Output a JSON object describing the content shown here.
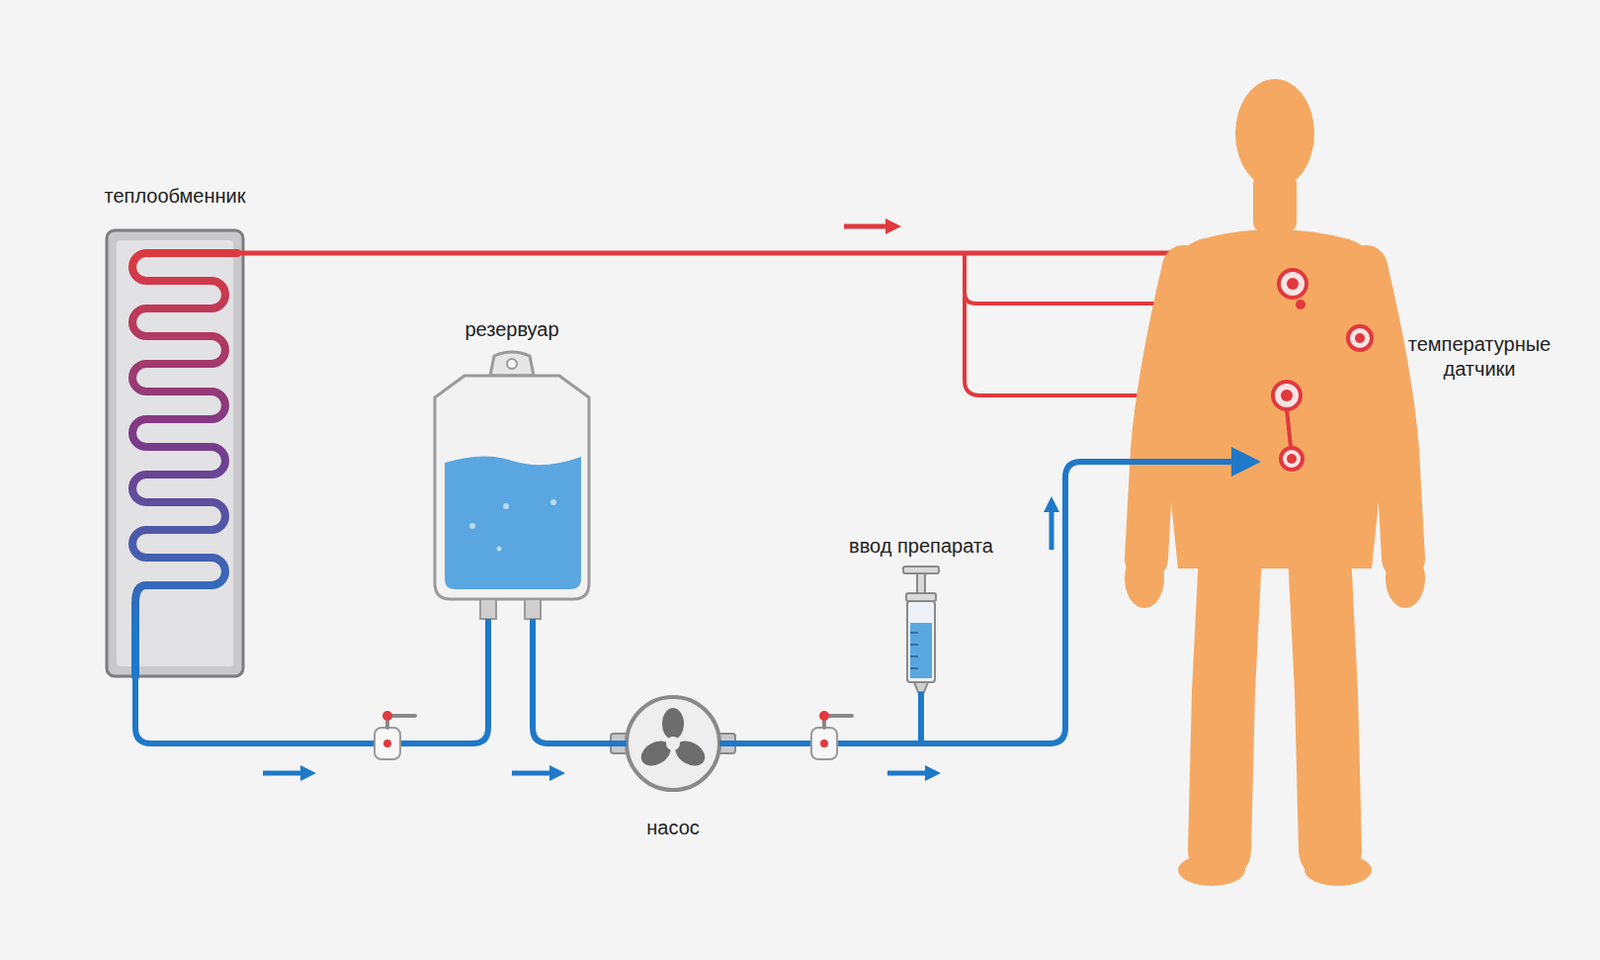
{
  "diagram": {
    "nodes": [
      {
        "text": [
          "теплообменник"
        ]
      },
      {
        "text": [
          "резервуар"
        ]
      },
      {
        "text": [
          "насос"
        ]
      },
      {
        "text": [
          "ввод препарата"
        ]
      }
    ],
    "edges": [
      {
        "from": 0,
        "to": 1,
        "arrow": "none"
      },
      {
        "from": 1,
        "to": 2,
        "arrow": "none"
      },
      {
        "from": 2,
        "to": 3,
        "arrow": "none"
      }
    ],
    "labels": [
      "температурные датчики"
    ]
  }
}
